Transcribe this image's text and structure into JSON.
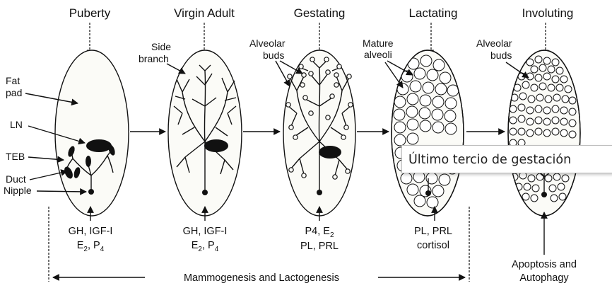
{
  "stages": [
    "Puberty",
    "Virgin Adult",
    "Gestating",
    "Lactating",
    "Involuting"
  ],
  "labels": {
    "fat_pad_1": "Fat",
    "fat_pad_2": "pad",
    "ln": "LN",
    "teb": "TEB",
    "duct": "Duct",
    "nipple": "Nipple",
    "side_branch_1": "Side",
    "side_branch_2": "branch",
    "alveolar_buds_1": "Alveolar",
    "alveolar_buds_2": "buds",
    "mature_alveoli_1": "Mature",
    "mature_alveoli_2": "alveoli",
    "involuting_buds_1": "Alveolar",
    "involuting_buds_2": "buds"
  },
  "hormones": {
    "puberty_1": "GH, IGF-I",
    "puberty_2": "E",
    "puberty_2b": ", P",
    "virgin_1": "GH, IGF-I",
    "virgin_2": "E",
    "virgin_2b": ", P",
    "gest_1": "P4, E",
    "gest_2": "PL, PRL",
    "lact_1": "PL, PRL",
    "lact_2": "cortisol",
    "invol_1": "Apoptosis and",
    "invol_2": "Autophagy",
    "sub_2": "2",
    "sub_4": "4"
  },
  "timeline": "Mammogenesis and Lactogenesis",
  "tooltip": "Último tercio de gestación"
}
